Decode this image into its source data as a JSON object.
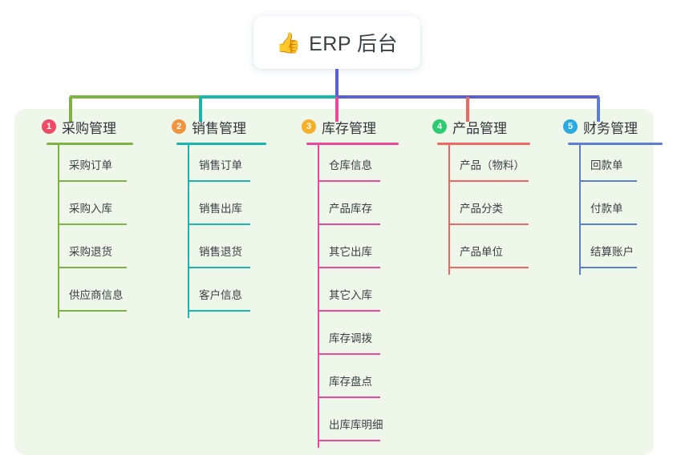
{
  "diagram": {
    "root": {
      "icon": "thumbs-up-icon",
      "emoji": "👍",
      "title": "ERP 后台"
    },
    "panel_background": "#eef7e9",
    "stem_color": "#5b5fd4",
    "bus": {
      "segment_left_color": "#7cb342",
      "segment_mid_color": "#18b6ab",
      "segment_right_color": "#5b5fd4"
    },
    "branches": [
      {
        "number": "1",
        "title": "采购管理",
        "badge_color": "#ef4b67",
        "line_color": "#7cb342",
        "items": [
          "采购订单",
          "采购入库",
          "采购退货",
          "供应商信息"
        ]
      },
      {
        "number": "2",
        "title": "销售管理",
        "badge_color": "#f0943d",
        "line_color": "#18b6ab",
        "items": [
          "销售订单",
          "销售出库",
          "销售退货",
          "客户信息"
        ]
      },
      {
        "number": "3",
        "title": "库存管理",
        "badge_color": "#f5b027",
        "line_color": "#ec4899",
        "items": [
          "仓库信息",
          "产品库存",
          "其它出库",
          "其它入库",
          "库存调拨",
          "库存盘点",
          "出库库明细"
        ]
      },
      {
        "number": "4",
        "title": "产品管理",
        "badge_color": "#2ecc71",
        "line_color": "#f1675f",
        "items": [
          "产品（物料）",
          "产品分类",
          "产品单位"
        ]
      },
      {
        "number": "5",
        "title": "财务管理",
        "badge_color": "#29abe2",
        "line_color": "#5b7fd4",
        "items": [
          "回款单",
          "付款单",
          "结算账户"
        ]
      }
    ]
  }
}
